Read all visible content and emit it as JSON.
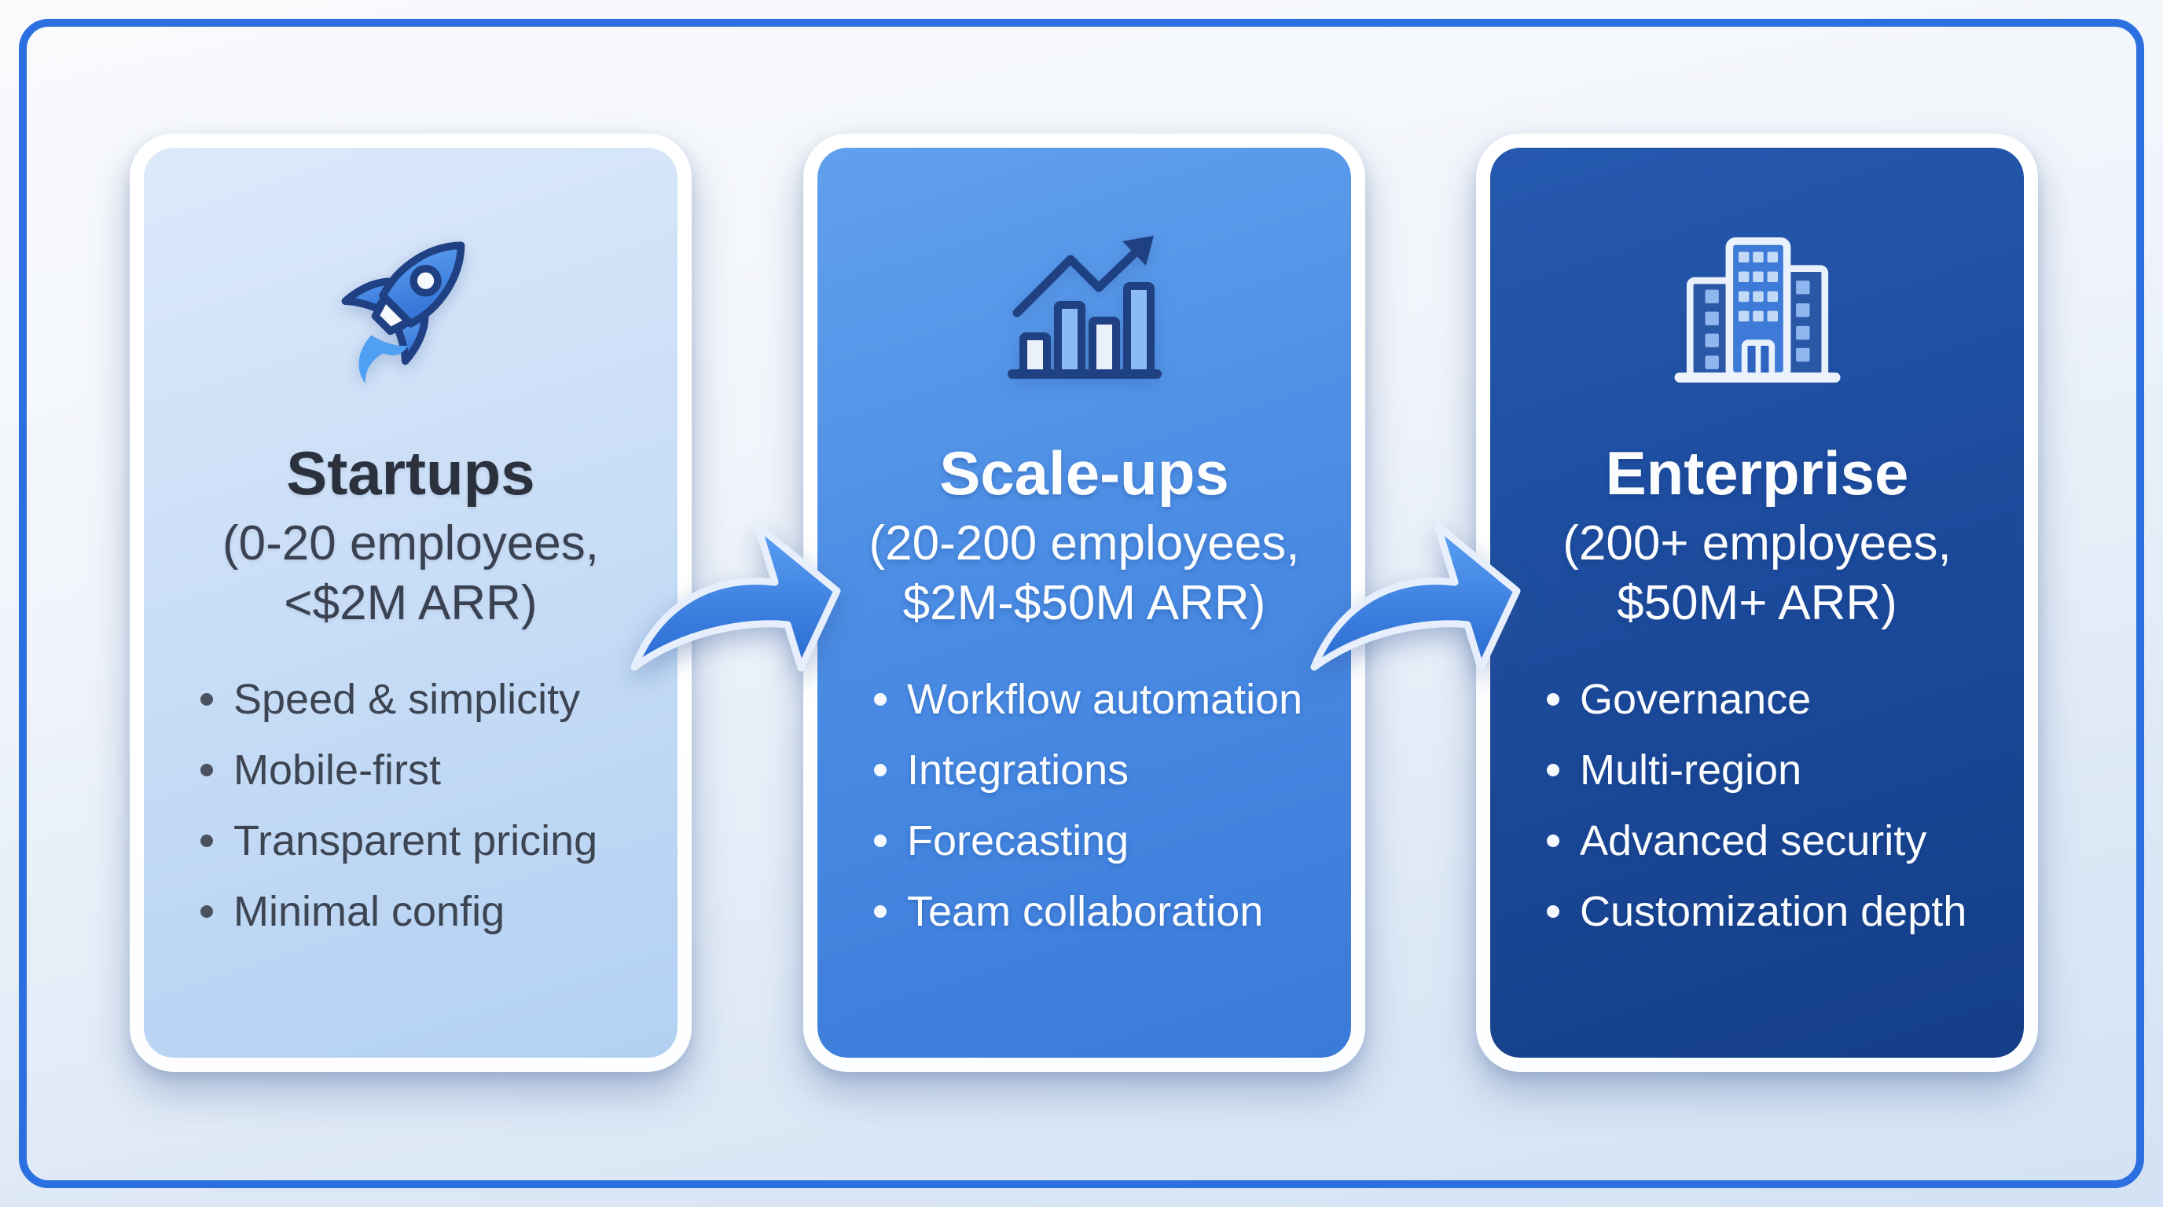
{
  "cards": [
    {
      "id": "startups",
      "icon": "rocket-icon",
      "title": "Startups",
      "subtitle_line1": "(0-20 employees,",
      "subtitle_line2": "<$2M ARR)",
      "bullets": [
        "Speed & simplicity",
        "Mobile-first",
        "Transparent pricing",
        "Minimal config"
      ]
    },
    {
      "id": "scale-ups",
      "icon": "growth-chart-icon",
      "title": "Scale-ups",
      "subtitle_line1": "(20-200 employees,",
      "subtitle_line2": "$2M-$50M ARR)",
      "bullets": [
        "Workflow automation",
        "Integrations",
        "Forecasting",
        "Team collaboration"
      ]
    },
    {
      "id": "enterprise",
      "icon": "office-building-icon",
      "title": "Enterprise",
      "subtitle_line1": "(200+ employees,",
      "subtitle_line2": "$50M+ ARR)",
      "bullets": [
        "Governance",
        "Multi-region",
        "Advanced security",
        "Customization depth"
      ]
    }
  ],
  "arrows": [
    {
      "id": "arrow-1",
      "from": "Startups",
      "to": "Scale-ups",
      "icon": "curved-right-arrow-icon"
    },
    {
      "id": "arrow-2",
      "from": "Scale-ups",
      "to": "Enterprise",
      "icon": "curved-right-arrow-icon"
    }
  ],
  "colors": {
    "frame_border": "#2b6fe0",
    "background_top": "#f9fafc",
    "background_bottom": "#d3e2f4",
    "card_startups_top": "#dce9fa",
    "card_startups_bottom": "#b2d1f2",
    "card_scaleups_top": "#61a0ed",
    "card_scaleups_bottom": "#3a7ad9",
    "card_enterprise_top": "#2559af",
    "card_enterprise_bottom": "#143e87",
    "card_border": "#ffffff",
    "arrow_fill_top": "#5aa0f3",
    "arrow_fill_bottom": "#2a6ad2",
    "arrow_outline": "#e7effc",
    "dark_text": "#3d4452",
    "light_text": "#fbfdff",
    "icon_navy": "#1f4183",
    "icon_blue": "#3e7ad7",
    "icon_light_blue": "#8cbaf3",
    "icon_white": "#f6faff"
  }
}
